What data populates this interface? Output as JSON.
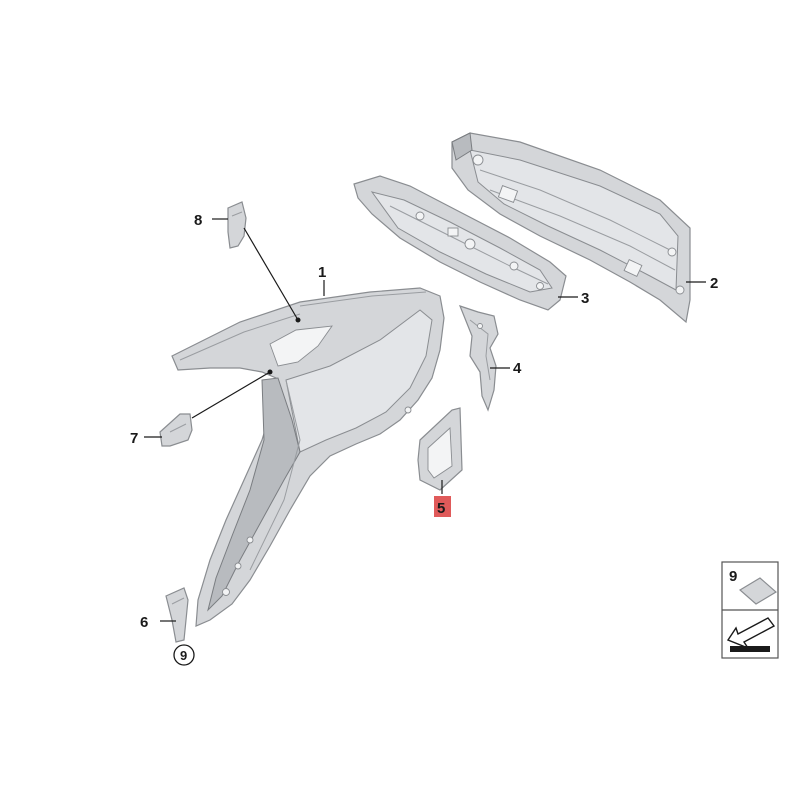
{
  "callouts": {
    "c1": "1",
    "c2": "2",
    "c3": "3",
    "c4": "4",
    "c5": "5",
    "c6": "6",
    "c7": "7",
    "c8": "8",
    "c9_circled": "9"
  },
  "legend": {
    "number": "9"
  },
  "colors": {
    "highlight": "#e05a5a",
    "part_fill": "#d4d6d9",
    "outline": "#8a8d91"
  }
}
